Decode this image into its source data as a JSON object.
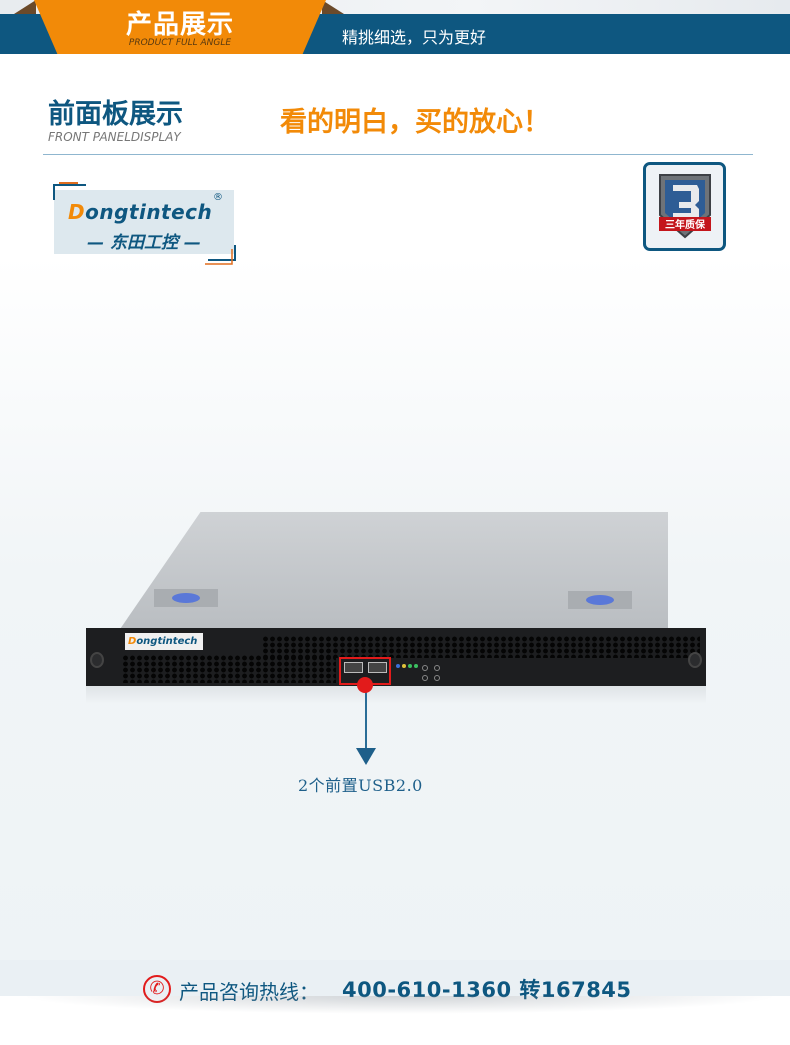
{
  "header": {
    "tab_title": "产品展示",
    "tab_subtitle": "PRODUCT FULL ANGLE",
    "tagline": "精挑细选，只为更好"
  },
  "section": {
    "title": "前面板展示",
    "subtitle": "FRONT PANELDISPLAY",
    "slogan": "看的明白，买的放心！"
  },
  "brand": {
    "logo_d": "D",
    "logo_rest": "ongtintech",
    "registered": "®",
    "chinese_name": "— 东田工控 —"
  },
  "warranty_badge": {
    "number": "3",
    "label": "三年质保"
  },
  "product": {
    "front_logo_d": "D",
    "front_logo_rest": "ongtintech",
    "callout_label": "2个前置USB2.0"
  },
  "footer": {
    "phone_icon": "phone-icon",
    "hotline_label": "产品咨询热线：",
    "hotline_number": "400-610-1360 转167845"
  },
  "colors": {
    "brand_blue": "#0e5780",
    "accent_orange": "#f28a08",
    "callout_red": "#e21b1b"
  }
}
